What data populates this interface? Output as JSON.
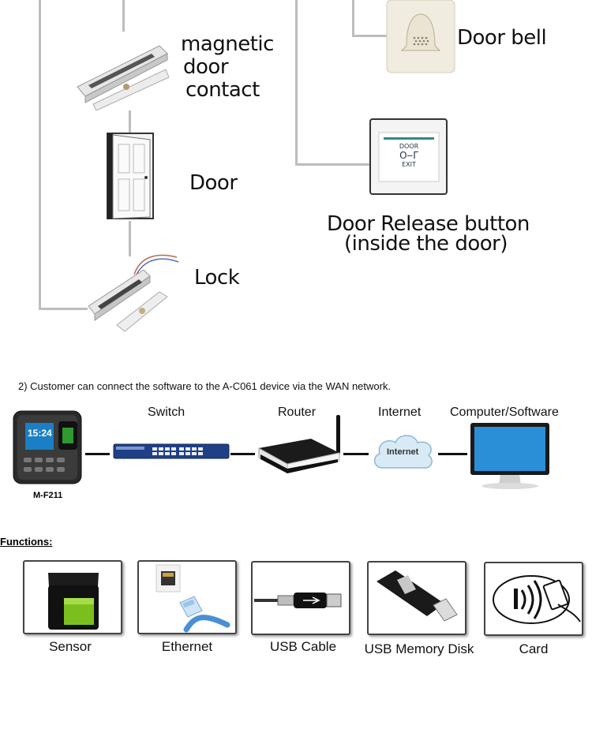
{
  "wiring": {
    "magnetic_contact": [
      "magnetic",
      "door",
      "contact"
    ],
    "door": "Door",
    "lock": "Lock",
    "doorbell": "Door bell",
    "release_button": [
      "Door Release button",
      "(inside the door)"
    ],
    "button_text": {
      "line1": "DOOR",
      "line2": "EXIT"
    }
  },
  "network": {
    "note": "2) Customer can connect the software to the A-C061 device via the WAN network.",
    "switch": "Switch",
    "router": "Router",
    "internet": "Internet",
    "cloud_label": "Internet",
    "computer": "Computer/Software",
    "device_model": "M-F211",
    "device_time": "15:24"
  },
  "functions": {
    "heading": "Functions:",
    "items": [
      {
        "label": "Sensor",
        "icon": "fingerprint-sensor-icon"
      },
      {
        "label": "Ethernet",
        "icon": "ethernet-icon"
      },
      {
        "label": "USB Cable",
        "icon": "usb-cable-icon"
      },
      {
        "label": "USB Memory Disk",
        "icon": "usb-disk-icon"
      },
      {
        "label": "Card",
        "icon": "rfid-card-icon"
      }
    ]
  }
}
